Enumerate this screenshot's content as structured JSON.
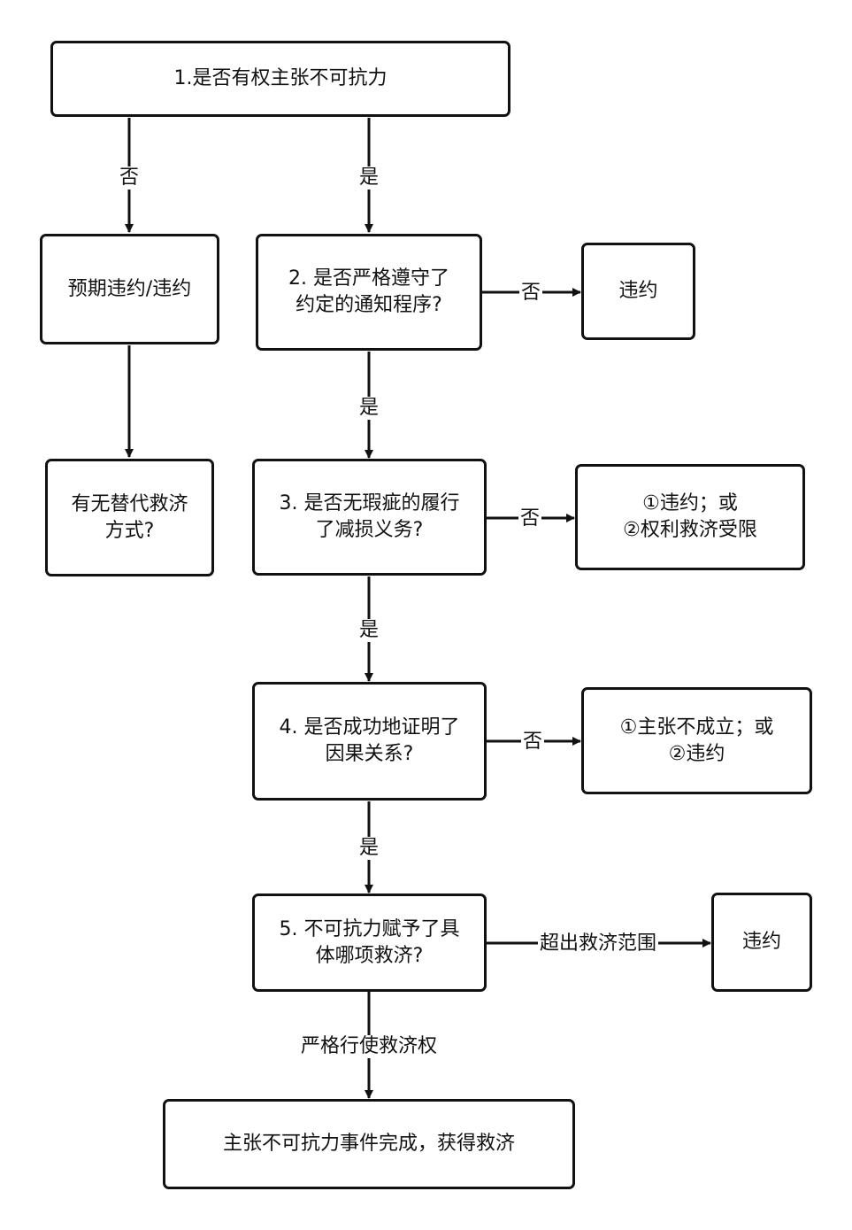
{
  "nodes": {
    "q1": {
      "lines": [
        "1.是否有权主张不可抗力"
      ]
    },
    "anticipatory": {
      "lines": [
        "预期违约/违约"
      ]
    },
    "alternative": {
      "lines": [
        "有无替代救济",
        "方式?"
      ]
    },
    "q2": {
      "lines": [
        "2. 是否严格遵守了",
        "约定的通知程序?"
      ]
    },
    "breach1": {
      "lines": [
        "违约"
      ]
    },
    "q3": {
      "lines": [
        "3. 是否无瑕疵的履行",
        "了减损义务?"
      ]
    },
    "outcome3": {
      "lines": [
        "①违约；或",
        "②权利救济受限"
      ]
    },
    "q4": {
      "lines": [
        "4. 是否成功地证明了",
        "因果关系?"
      ]
    },
    "outcome4": {
      "lines": [
        "①主张不成立；或",
        "②违约"
      ]
    },
    "q5": {
      "lines": [
        "5. 不可抗力赋予了具",
        "体哪项救济?"
      ]
    },
    "breach2": {
      "lines": [
        "违约"
      ]
    },
    "final": {
      "lines": [
        "主张不可抗力事件完成，获得救济"
      ]
    }
  },
  "edges": {
    "q1_no": "否",
    "q1_yes": "是",
    "q2_no": "否",
    "q2_yes": "是",
    "q3_no": "否",
    "q3_yes": "是",
    "q4_no": "否",
    "q4_yes": "是",
    "q5_out": "超出救济范围",
    "q5_strict": "严格行使救济权"
  },
  "colors": {
    "stroke": "#111111",
    "background": "#ffffff"
  }
}
